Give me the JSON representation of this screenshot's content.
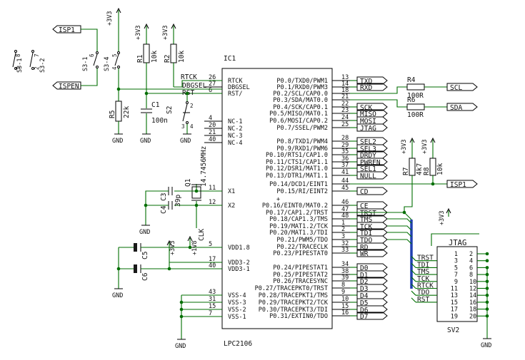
{
  "ic": {
    "refdes": "IC1",
    "part": "LPC2106",
    "left_pins": [
      {
        "num": "26",
        "name": "RTCK"
      },
      {
        "num": "27",
        "name": "DBGSEL"
      },
      {
        "num": "6",
        "name": "RST/"
      },
      {
        "num": "4",
        "name": "NC-1"
      },
      {
        "num": "20",
        "name": "NC-2"
      },
      {
        "num": "21",
        "name": "NC-3"
      },
      {
        "num": "40",
        "name": "NC-4"
      },
      {
        "num": "11",
        "name": "X1"
      },
      {
        "num": "12",
        "name": "X2"
      },
      {
        "num": "5",
        "name": "VDD1.8"
      },
      {
        "num": "17",
        "name": "VDD3-2"
      },
      {
        "num": "40",
        "name": "VDD3-1"
      },
      {
        "num": "43",
        "name": "VSS-4"
      },
      {
        "num": "31",
        "name": "VSS-3"
      },
      {
        "num": "15",
        "name": "VSS-2"
      },
      {
        "num": "7",
        "name": "VSS-1"
      }
    ],
    "right_pins": [
      {
        "num": "13",
        "name": "P0.0/TXD0/PWM1"
      },
      {
        "num": "14",
        "name": "P0.1/RXD0/PWM3"
      },
      {
        "num": "18",
        "name": "P0.2/SCL/CAP0.0"
      },
      {
        "num": "21",
        "name": "P0.3/SDA/MAT0.0"
      },
      {
        "num": "22",
        "name": "P0.4/SCK/CAP0.1"
      },
      {
        "num": "23",
        "name": "P0.5/MISO/MAT0.1"
      },
      {
        "num": "24",
        "name": "P0.6/MOSI/CAP0.2"
      },
      {
        "num": "25",
        "name": "P0.7/SSEL/PWM2"
      },
      {
        "num": "28",
        "name": "P0.8/TXD1/PWM4"
      },
      {
        "num": "29",
        "name": "P0.9/RXD1/PWM6"
      },
      {
        "num": "35",
        "name": "P0.10/RTS1/CAP1.0"
      },
      {
        "num": "36",
        "name": "P0.11/CTS1/CAP1.1"
      },
      {
        "num": "37",
        "name": "P0.12/DSR1/MAT1.0"
      },
      {
        "num": "41",
        "name": "P0.13/DTR1/MAT1.1"
      },
      {
        "num": "44",
        "name": "P0.14/DCD1/EINT1"
      },
      {
        "num": "45",
        "name": "P0.15/RI/EINT2"
      },
      {
        "num": "46",
        "name": "P0.16/EINT0/MAT0.2"
      },
      {
        "num": "47",
        "name": "P0.17/CAP1.2/TRST"
      },
      {
        "num": "48",
        "name": "P0.18/CAP1.3/TMS"
      },
      {
        "num": "1",
        "name": "P0.19/MAT1.2/TCK"
      },
      {
        "num": "2",
        "name": "P0.20/MAT1.3/TDI"
      },
      {
        "num": "3",
        "name": "P0.21/PWM5/TDO"
      },
      {
        "num": "32",
        "name": "P0.22/TRACECLK"
      },
      {
        "num": "33",
        "name": "P0.23/PIPESTAT0"
      },
      {
        "num": "34",
        "name": "P0.24/PIPESTAT1"
      },
      {
        "num": "38",
        "name": "P0.25/PIPESTAT2"
      },
      {
        "num": "39",
        "name": "P0.26/TRACESYNC"
      },
      {
        "num": "8",
        "name": "P0.27/TRACEPKT0/TRST"
      },
      {
        "num": "9",
        "name": "P0.28/TRACEPKT1/TMS"
      },
      {
        "num": "10",
        "name": "P0.29/TRACEPKT2/TCK"
      },
      {
        "num": "15",
        "name": "P0.30/TRACEPKT3/TDI"
      },
      {
        "num": "16",
        "name": "P0.31/EXTIN0/TDO"
      }
    ]
  },
  "ic_left_extra": {
    "rtck": "RTCK",
    "dbgsel": "DBGSEL",
    "rst": "RST"
  },
  "net_labels": [
    "TXD",
    "RXD",
    "",
    "",
    "SCK",
    "MISO",
    "MOSI",
    "JTAG",
    "SEL2",
    "SEL3",
    "DRDY",
    "PWREN",
    "SEL1",
    "NULL",
    "",
    "CD",
    "CE",
    "TRST",
    "TMS",
    "TCK",
    "TDI",
    "TDO",
    "RD",
    "WR",
    "D0",
    "D1",
    "D2",
    "D3",
    "D4",
    "D5",
    "D6",
    "D7"
  ],
  "left_ports": {
    "isp": "ISP1",
    "ispen": "ISPEN"
  },
  "right_ports": {
    "scl": "SCL",
    "sda": "SDA",
    "isp": "ISP1"
  },
  "supplies": {
    "v3v3": "+3V3",
    "v1v8": "+1V8",
    "gnd": "GND"
  },
  "switch_s3": {
    "sec_label": "S3-1",
    "sec_a": "S3-4",
    "legend_a": "S3-1",
    "legend_b": "S3-2"
  },
  "parts": {
    "r1": {
      "ref": "R1",
      "value": "10k"
    },
    "r2": {
      "ref": "R2",
      "value": "10k"
    },
    "r4": {
      "ref": "R4",
      "value": "100R"
    },
    "r5": {
      "ref": "R5",
      "value": "22k"
    },
    "r6": {
      "ref": "R6",
      "value": "100R"
    },
    "r7": {
      "ref": "R7",
      "value": "4k7"
    },
    "r8": {
      "ref": "R8",
      "value": "10k"
    },
    "c1": {
      "ref": "C1",
      "value": "100n"
    },
    "c3": {
      "ref": "C3",
      "value": "39p"
    },
    "c4": {
      "ref": "C4"
    },
    "c5": {
      "ref": "C5"
    },
    "c6": {
      "ref": "C6"
    },
    "s2": {
      "ref": "S2"
    },
    "q1": {
      "ref": "Q1",
      "value": "14.7456MHz",
      "label": "CLK"
    }
  },
  "jtag": {
    "title": "JTAG",
    "ref": "SV2",
    "signals": [
      "",
      "TRST",
      "TDI",
      "TMS",
      "TCK",
      "RTCK",
      "TDO",
      "RST",
      "",
      ""
    ],
    "left_pins": [
      "1",
      "3",
      "5",
      "7",
      "9",
      "11",
      "13",
      "15",
      "17",
      "19"
    ],
    "right_pins": [
      "2",
      "4",
      "6",
      "8",
      "10",
      "12",
      "14",
      "16",
      "18",
      "20"
    ]
  }
}
